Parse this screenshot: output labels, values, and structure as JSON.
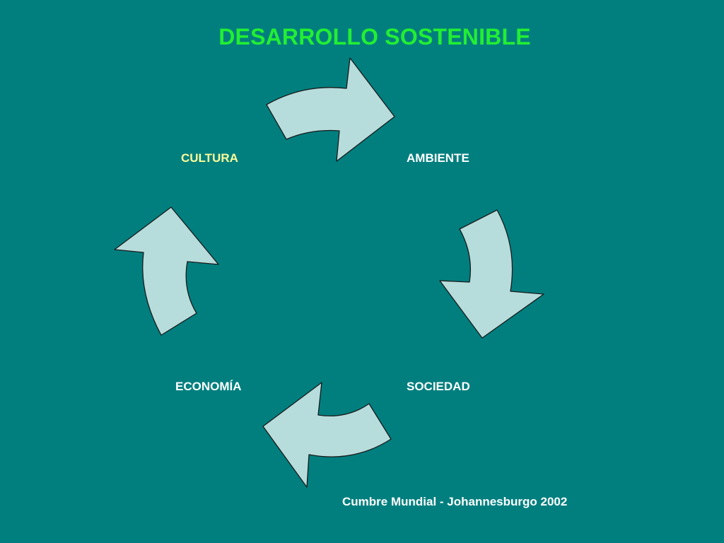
{
  "title": "DESARROLLO SOSTENIBLE",
  "nodes": {
    "ambiente": "AMBIENTE",
    "sociedad": "SOCIEDAD",
    "economia": "ECONOMÍA",
    "cultura": "CULTURA"
  },
  "footer": "Cumbre Mundial - Johannesburgo 2002",
  "colors": {
    "background": "#017f7f",
    "title": "#22ee33",
    "arrow_fill": "#b7dcdc",
    "cultura_label": "#ffff99",
    "label": "#ffffff"
  }
}
